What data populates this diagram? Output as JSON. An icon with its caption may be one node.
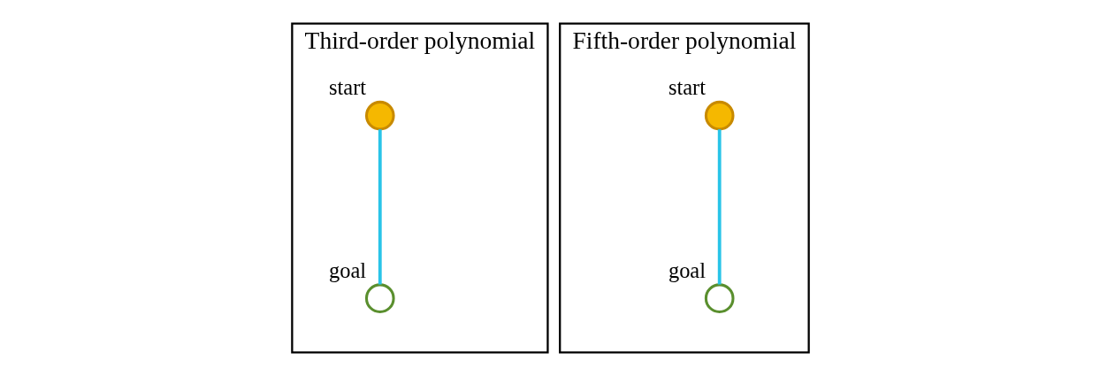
{
  "diagram": {
    "nodes": [
      {
        "text": [
          "Third-order polynomial"
        ]
      },
      {
        "text": [],
        "shape": "circle",
        "beside": [
          "start"
        ],
        "in": 0
      },
      {
        "text": [],
        "shape": "circle",
        "beside": [
          "goal"
        ],
        "in": 0
      },
      {
        "text": [
          "Fifth-order polynomial"
        ]
      },
      {
        "text": [],
        "shape": "circle",
        "beside": [
          "start"
        ],
        "in": 3
      },
      {
        "text": [],
        "shape": "circle",
        "beside": [
          "goal"
        ],
        "in": 3
      }
    ],
    "edges": [
      {
        "from": 1,
        "to": 2,
        "arrow": "none"
      },
      {
        "from": 4,
        "to": 5,
        "arrow": "none"
      }
    ]
  }
}
